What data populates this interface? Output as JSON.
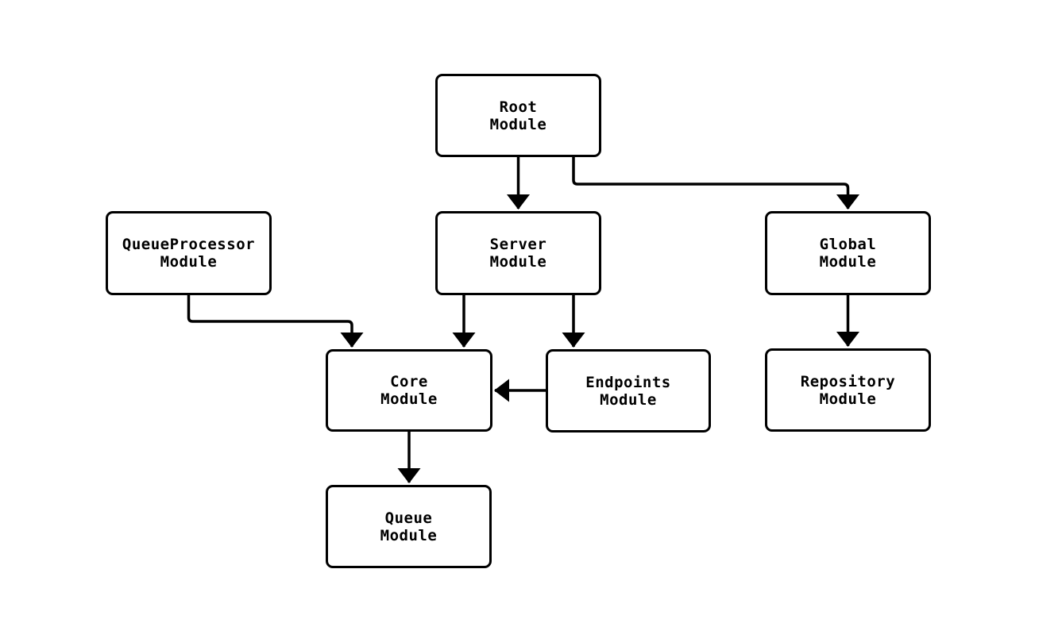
{
  "diagram": {
    "type": "flowchart",
    "colors": {
      "background": "#ffffff",
      "node_fill": "#ffffff",
      "node_border": "#000000",
      "edge_stroke": "#000000",
      "text": "#000000"
    },
    "nodes": {
      "root": {
        "label": "Root\nModule"
      },
      "queueprocessor": {
        "label": "QueueProcessor\nModule"
      },
      "server": {
        "label": "Server\nModule"
      },
      "global": {
        "label": "Global\nModule"
      },
      "core": {
        "label": "Core\nModule"
      },
      "endpoints": {
        "label": "Endpoints\nModule"
      },
      "repository": {
        "label": "Repository\nModule"
      },
      "queue": {
        "label": "Queue\nModule"
      }
    },
    "edges": [
      {
        "from": "root",
        "to": "server"
      },
      {
        "from": "root",
        "to": "global"
      },
      {
        "from": "queueprocessor",
        "to": "core"
      },
      {
        "from": "server",
        "to": "core"
      },
      {
        "from": "server",
        "to": "endpoints"
      },
      {
        "from": "endpoints",
        "to": "core"
      },
      {
        "from": "global",
        "to": "repository"
      },
      {
        "from": "core",
        "to": "queue"
      }
    ]
  }
}
